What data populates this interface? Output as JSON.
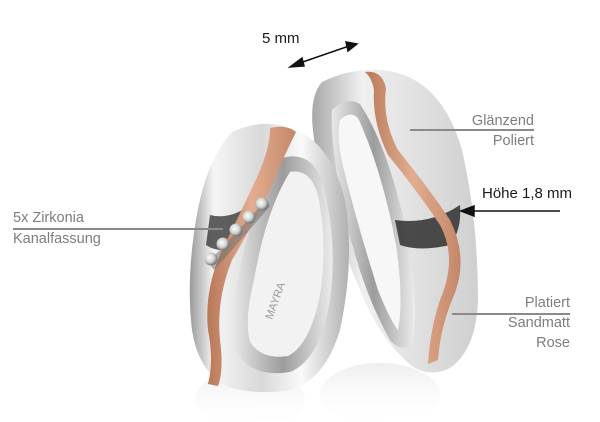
{
  "annotations": {
    "width": {
      "text": "5 mm"
    },
    "finish_polished": {
      "line1": "Glänzend",
      "line2": "Poliert"
    },
    "height": {
      "text": "Höhe 1,8 mm"
    },
    "stones": {
      "line1": "5x Zirkonia",
      "line2": "Kanalfassung"
    },
    "finish_plated": {
      "line1": "Platiert",
      "line2": "Sandmatt",
      "line3": "Rose"
    }
  },
  "product": {
    "subject": "pair of wedding rings",
    "engraving": "MAYRA",
    "colors": {
      "silver_light": "#f2f2f2",
      "silver_mid": "#c4c4c4",
      "silver_dark": "#3a3a3a",
      "rose_gold": "#d9a184",
      "rose_gold_dark": "#b87858"
    }
  }
}
